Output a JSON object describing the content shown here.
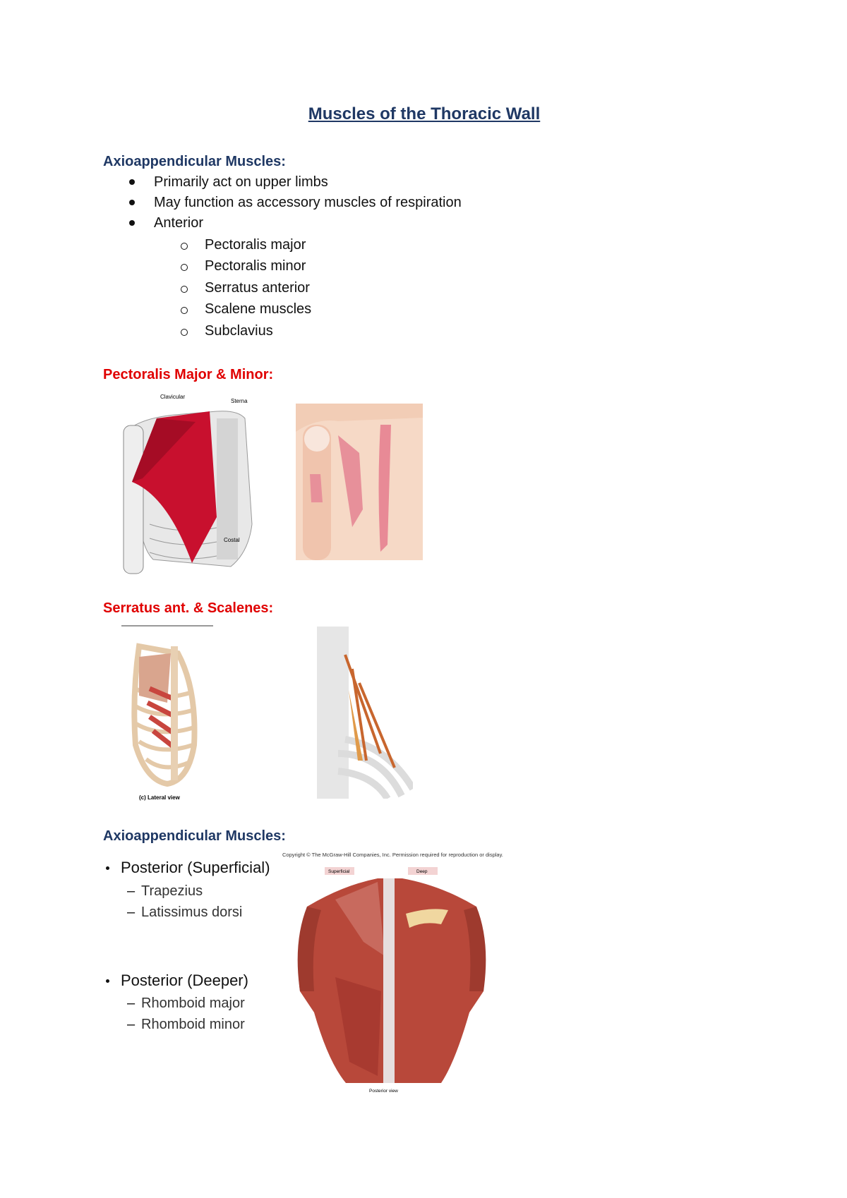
{
  "title": "Muscles of the Thoracic Wall",
  "section1": {
    "heading": "Axioappendicular Muscles:",
    "bullets": [
      "Primarily act on upper limbs",
      "May function as accessory muscles of respiration",
      "Anterior"
    ],
    "sub_items": [
      "Pectoralis major",
      "Pectoralis minor",
      "Serratus anterior",
      "Scalene muscles",
      "Subclavius"
    ]
  },
  "section2": {
    "heading": "Pectoralis Major & Minor:",
    "figure1_labels": [
      "Clavicular",
      "Sterna",
      "Costal"
    ]
  },
  "section3": {
    "heading": "Serratus ant. & Scalenes:",
    "figure1_caption": "(c) Lateral view"
  },
  "section4": {
    "heading": "Axioappendicular Muscles:",
    "groups": [
      {
        "label": "Posterior (Superficial)",
        "items": [
          "Trapezius",
          "Latissimus dorsi"
        ]
      },
      {
        "label": "Posterior (Deeper)",
        "items": [
          "Rhomboid major",
          "Rhomboid minor"
        ]
      }
    ],
    "figure_copyright": "Copyright © The McGraw-Hill Companies, Inc. Permission required for reproduction or display.",
    "figure_tabs": [
      "Superficial",
      "Deep"
    ],
    "figure_caption": "Posterior view"
  },
  "colors": {
    "heading_blue": "#1f3864",
    "heading_red": "#e00000",
    "muscle_red": "#c8102e"
  }
}
